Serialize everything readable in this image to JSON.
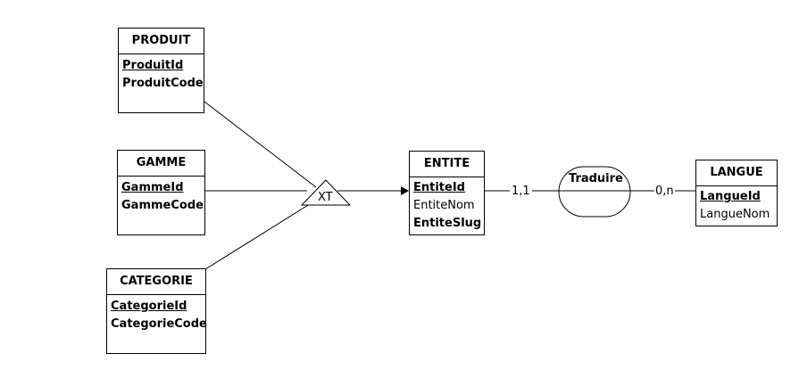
{
  "entities": {
    "produit": {
      "name": "PRODUIT",
      "attrs": [
        "ProduitId",
        "ProduitCode"
      ]
    },
    "gamme": {
      "name": "GAMME",
      "attrs": [
        "GammeId",
        "GammeCode"
      ]
    },
    "categorie": {
      "name": "CATEGORIE",
      "attrs": [
        "CategorieId",
        "CategorieCode"
      ]
    },
    "entite": {
      "name": "ENTITE",
      "attrs": [
        "EntiteId",
        "EntiteNom",
        "EntiteSlug"
      ]
    },
    "langue": {
      "name": "LANGUE",
      "attrs": [
        "LangueId",
        "LangueNom"
      ]
    }
  },
  "constraint": {
    "label": "XT"
  },
  "association": {
    "name": "Traduire"
  },
  "cardinalities": {
    "entite_side": "1,1",
    "langue_side": "0,n"
  }
}
